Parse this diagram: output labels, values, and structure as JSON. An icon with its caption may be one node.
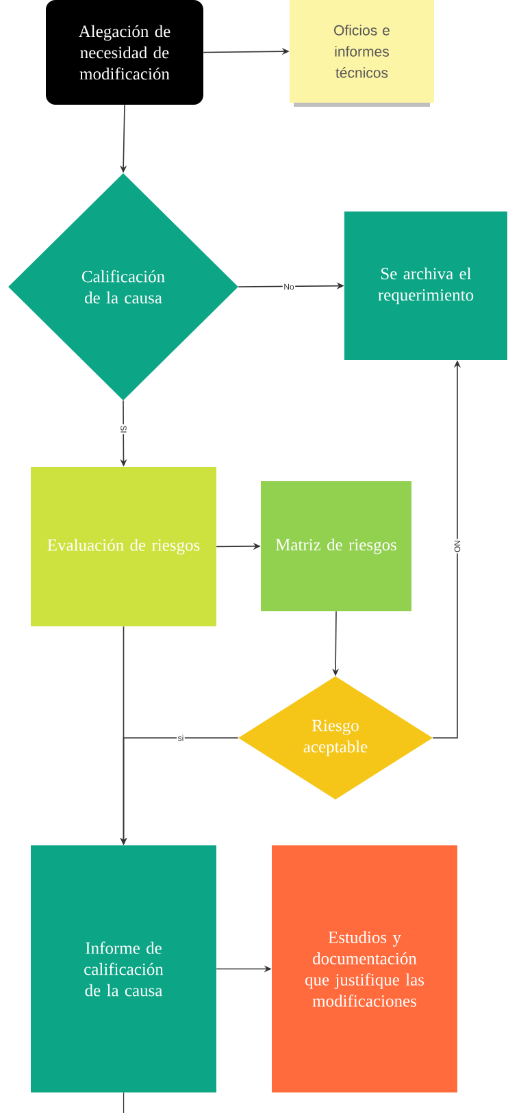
{
  "diagram": {
    "nodes": [
      {
        "text": [
          "Alegación de necesidad de modificación"
        ]
      },
      {
        "text": [
          "Oficios e informes técnicos"
        ]
      },
      {
        "text": [
          "Calificación de la causa"
        ]
      },
      {
        "text": [
          "Se archiva el requerimiento"
        ]
      },
      {
        "text": [
          "Evaluación de riesgos"
        ]
      },
      {
        "text": [
          "Matriz de riesgos"
        ]
      },
      {
        "text": [
          "Riesgo aceptable"
        ]
      },
      {
        "text": [
          "Informe de calificación de la causa"
        ]
      },
      {
        "text": [
          "Estudios y documentación que justifique las modificaciones"
        ]
      }
    ],
    "edges": [
      {
        "from": 0,
        "to": 1,
        "arrow": "to"
      },
      {
        "from": 0,
        "to": 2,
        "arrow": "to"
      },
      {
        "from": 2,
        "to": 3,
        "arrow": "to",
        "label": "No"
      },
      {
        "from": 2,
        "to": 4,
        "arrow": "to",
        "label": "SI"
      },
      {
        "from": 4,
        "to": 5,
        "arrow": "to"
      },
      {
        "from": 5,
        "to": 6,
        "arrow": "to"
      },
      {
        "from": 6,
        "to": 3,
        "arrow": "to",
        "label": "NO"
      },
      {
        "from": 6,
        "to": 7,
        "arrow": "to",
        "label": "si"
      },
      {
        "from": 4,
        "to": 7,
        "arrow": "to"
      },
      {
        "from": 7,
        "to": 8,
        "arrow": "to"
      },
      {
        "from": 7,
        "to": null,
        "arrow": "none"
      }
    ]
  }
}
